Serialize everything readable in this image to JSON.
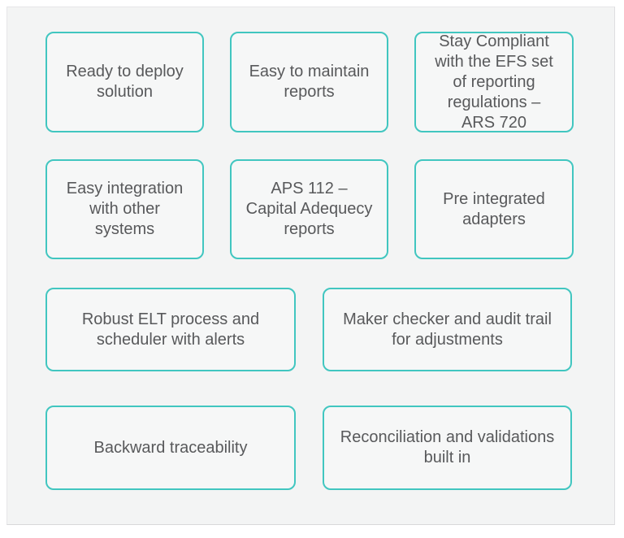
{
  "theme": {
    "accent_border": "#41C6C0",
    "panel_background": "#F3F4F4",
    "box_background": "#F6F7F7",
    "text_color": "#58595B",
    "page_background": "#FFFFFF"
  },
  "grid": {
    "rows": [
      {
        "boxes": [
          {
            "label": "Ready to deploy solution"
          },
          {
            "label": "Easy to maintain reports"
          },
          {
            "label": "Stay Compliant with the EFS set of reporting regulations – ARS 720"
          }
        ]
      },
      {
        "boxes": [
          {
            "label": "Easy integration with other systems"
          },
          {
            "label": "APS 112 – Capital Adequecy reports"
          },
          {
            "label": "Pre integrated adapters"
          }
        ]
      },
      {
        "boxes": [
          {
            "label": "Robust ELT process and scheduler with alerts"
          },
          {
            "label": "Maker checker and audit trail for adjustments"
          }
        ]
      },
      {
        "boxes": [
          {
            "label": "Backward traceability"
          },
          {
            "label": "Reconciliation and validations built in"
          }
        ]
      }
    ]
  }
}
